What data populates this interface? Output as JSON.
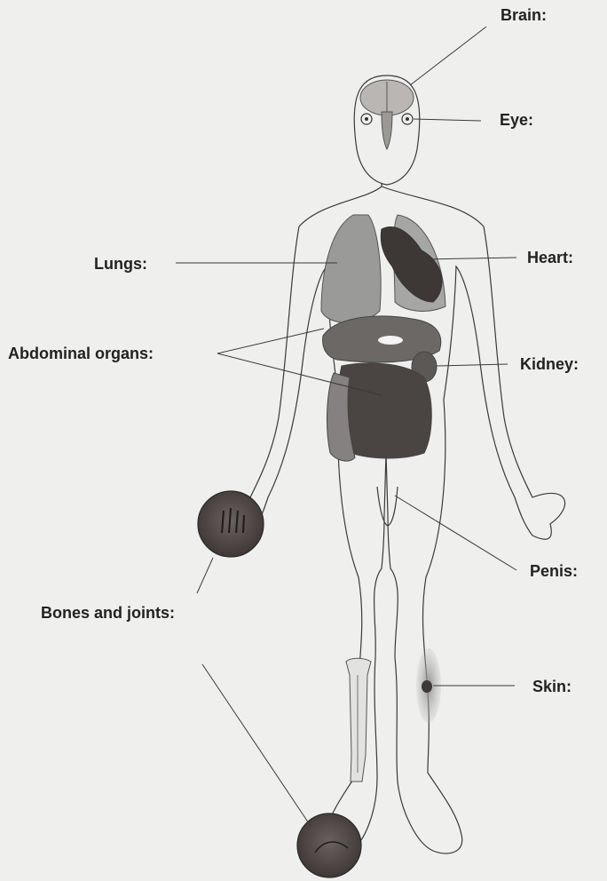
{
  "labels": {
    "brain": "Brain:",
    "eye": "Eye:",
    "lungs": "Lungs:",
    "heart": "Heart:",
    "abdominal": "Abdominal organs:",
    "kidney": "Kidney:",
    "penis": "Penis:",
    "bones": "Bones and joints:",
    "skin": "Skin:"
  },
  "colors": {
    "background": "#efefed",
    "outline": "#3a3a3a",
    "organ_dark": "#4a4442",
    "organ_mid": "#6c6866",
    "lung_fill": "#9a9a98",
    "text": "#222222"
  }
}
